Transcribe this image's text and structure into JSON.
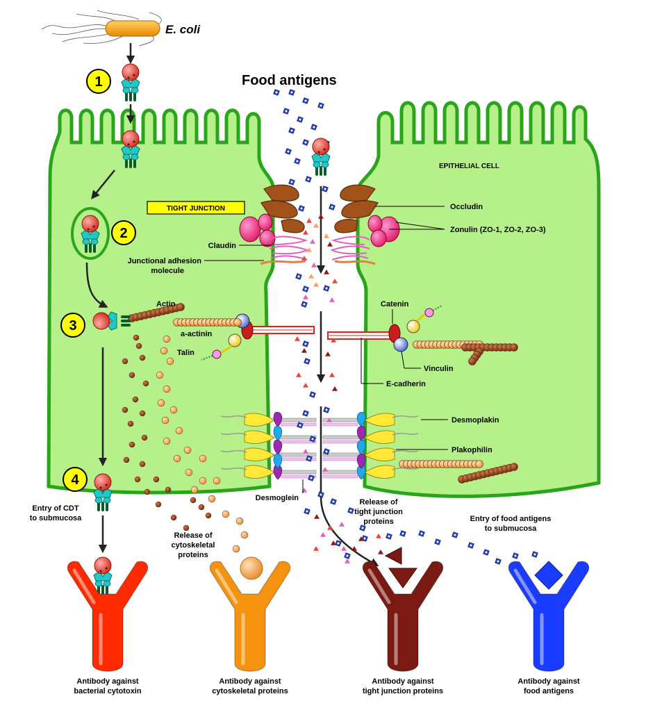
{
  "title": "Food antigens",
  "bacterium": "E. coli",
  "cell_label": "EPITHELIAL CELL",
  "tight_junction_box": "TIGHT JUNCTION",
  "steps": [
    "1",
    "2",
    "3",
    "4"
  ],
  "labels": {
    "occludin": "Occludin",
    "zonulin": "Zonulin (ZO-1, ZO-2, ZO-3)",
    "claudin": "Claudin",
    "jam_line1": "Junctional adhesion",
    "jam_line2": "molecule",
    "actin": "Actin",
    "a_actinin": "a-actinin",
    "talin": "Talin",
    "catenin": "Catenin",
    "vinculin": "Vinculin",
    "e_cadherin": "E-cadherin",
    "desmoplakin": "Desmoplakin",
    "plakophilin": "Plakophilin",
    "desmoglein": "Desmoglein",
    "entry_cdt_line1": "Entry of CDT",
    "entry_cdt_line2": "to submucosa",
    "release_cyto_line1": "Release of",
    "release_cyto_line2": "cytoskeletal",
    "release_cyto_line3": "proteins",
    "release_tj_line1": "Release of",
    "release_tj_line2": "tight junction",
    "release_tj_line3": "proteins",
    "entry_food_line1": "Entry of food antigens",
    "entry_food_line2": "to submucosa"
  },
  "antibodies": [
    {
      "line1": "Antibody against",
      "line2": "bacterial cytotoxin",
      "color": "#ff2a00"
    },
    {
      "line1": "Antibody against",
      "line2": "cytoskeletal proteins",
      "color": "#f5930f"
    },
    {
      "line1": "Antibody against",
      "line2": "tight junction proteins",
      "color": "#7a1a12"
    },
    {
      "line1": "Antibody against",
      "line2": "food antigens",
      "color": "#1a3cff"
    }
  ],
  "colors": {
    "cell_fill": "#b6f08a",
    "cell_stroke": "#2aa41a",
    "highlight_box": "#ffff00",
    "antigen_blue": "#1f3fbf",
    "toxin_red": "#e8463a",
    "receptor_cyan": "#20c8c8"
  },
  "icons": {
    "toxin": "toxin-icon",
    "food_antigen": "food-antigen-icon",
    "antibody": "antibody-icon"
  }
}
